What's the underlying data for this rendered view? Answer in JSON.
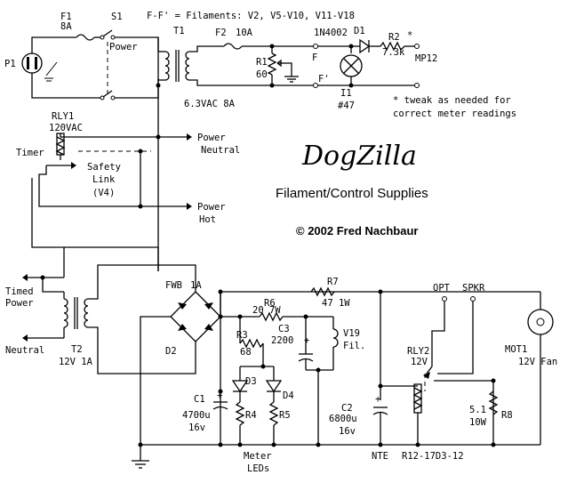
{
  "header": {
    "filaments_note": "F-F' = Filaments: V2, V5-V10, V11-V18",
    "tweak_note_1": "* tweak as needed for",
    "tweak_note_2": "correct meter readings"
  },
  "title": {
    "logo": "DogZilla",
    "subtitle": "Filament/Control Supplies",
    "copyright": "© 2002 Fred Nachbaur"
  },
  "labels": {
    "P1": "P1",
    "F1": "F1",
    "F1_val": "8A",
    "S1": "S1",
    "S1_name": "Power",
    "T1": "T1",
    "T1_rating": "6.3VAC 8A",
    "F2": "F2",
    "F2_val": "10A",
    "R1": "R1",
    "R1_val": "60",
    "D1_part": "1N4002",
    "D1": "D1",
    "R2": "R2",
    "R2_star": "*",
    "R2_val": "7.3k",
    "MP12": "MP12",
    "F": "F",
    "F_prime": "F'",
    "I1": "I1",
    "I1_val": "#47",
    "RLY1": "RLY1",
    "RLY1_val": "120VAC",
    "Timer": "Timer",
    "Safety1": "Safety",
    "Safety2": "Link",
    "Safety3": "(V4)",
    "PowerNeutral1": "Power",
    "PowerNeutral2": "Neutral",
    "PowerHot1": "Power",
    "PowerHot2": "Hot",
    "Timed1": "Timed",
    "Timed2": "Power",
    "Neutral": "Neutral",
    "T2": "T2",
    "T2_val": "12V 1A",
    "FWB": "FWB",
    "FWB_val": "1A",
    "D2": "D2",
    "R7": "R7",
    "R7_val": "47 1W",
    "R6": "R6",
    "R6_val": "20 7W",
    "R3": "R3",
    "R3_val": "68",
    "C3": "C3",
    "C3_val": "2200",
    "V19": "V19",
    "V19_val": "Fil.",
    "D3": "D3",
    "D4": "D4",
    "R4": "R4",
    "R5": "R5",
    "C1": "C1",
    "C1_val": "4700u",
    "C1_v": "16v",
    "C2": "C2",
    "C2_val": "6800u",
    "C2_v": "16v",
    "Meter1": "Meter",
    "Meter2": "LEDs",
    "OPT": "OPT",
    "SPKR": "SPKR",
    "RLY2": "RLY2",
    "RLY2_val": "12V",
    "R8_val": "5.1",
    "R8_w": "10W",
    "R8": "R8",
    "MOT1": "MOT1",
    "MOT1_val": "12V Fan",
    "NTE": "NTE",
    "NTE_part": "R12-17D3-12"
  }
}
